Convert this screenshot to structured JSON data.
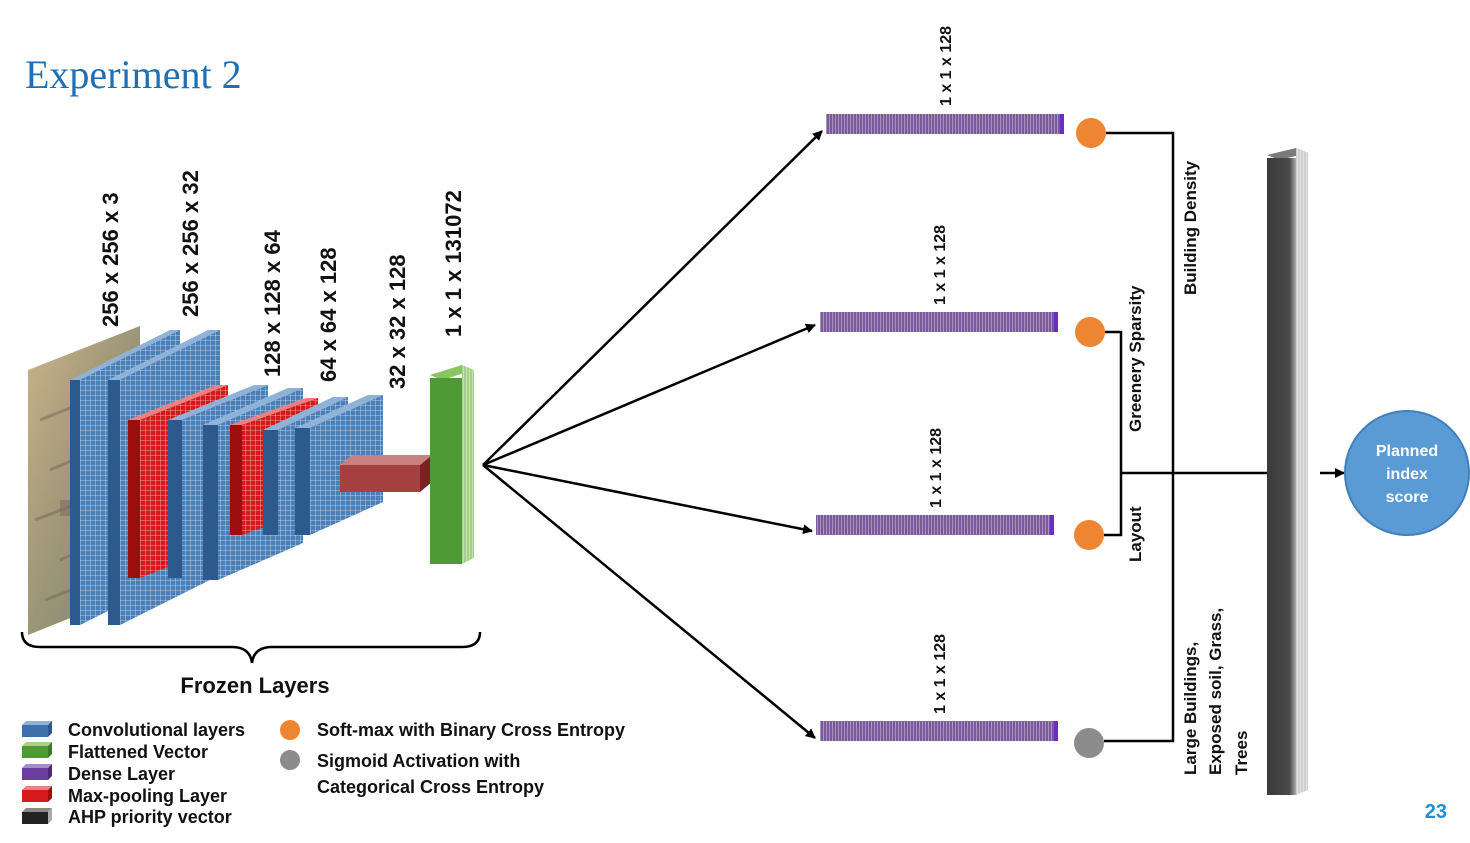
{
  "title": "Experiment 2",
  "page_number": "23",
  "colors": {
    "title": "#1f6fb2",
    "conv": "#3d6fa8",
    "maxpool": "#d01818",
    "flatten": "#4f9a34",
    "dense": "#7a5a9a",
    "ahp": "#4a4a4a",
    "softmax": "#ee8533",
    "sigmoid": "#8c8c8c",
    "output": "#5b9bd5"
  },
  "layer_dims": [
    "256 x 256 x 3",
    "256 x 256 x 32",
    "128 x 128 x 64",
    "64 x 64 x 128",
    "32 x 32 x 128",
    "1 x 1 x 131072"
  ],
  "frozen_label": "Frozen Layers",
  "branches": [
    {
      "dim": "1 x 1 x 128",
      "label": "Building Density",
      "activation": "softmax"
    },
    {
      "dim": "1 x 1 x 128",
      "label": "Greenery Sparsity",
      "activation": "softmax"
    },
    {
      "dim": "1 x 1 x 128",
      "label": "Layout",
      "activation": "softmax"
    },
    {
      "dim": "1 x 1 x 128",
      "label_lines": [
        "Large Buildings,",
        "Exposed soil, Grass,",
        "Trees"
      ],
      "activation": "sigmoid"
    }
  ],
  "output": {
    "lines": [
      "Planned",
      "index",
      "score"
    ]
  },
  "legend_left": [
    {
      "icon": "conv-icon",
      "label": "Convolutional layers"
    },
    {
      "icon": "flatten-icon",
      "label": "Flattened Vector"
    },
    {
      "icon": "dense-icon",
      "label": "Dense Layer"
    },
    {
      "icon": "maxpool-icon",
      "label": "Max-pooling Layer"
    },
    {
      "icon": "ahp-icon",
      "label": "AHP priority vector"
    }
  ],
  "legend_right": [
    {
      "icon": "orange-circle-icon",
      "lines": [
        "Soft-max with Binary Cross Entropy"
      ]
    },
    {
      "icon": "gray-circle-icon",
      "lines": [
        "Sigmoid Activation with",
        "Categorical Cross Entropy"
      ]
    }
  ]
}
